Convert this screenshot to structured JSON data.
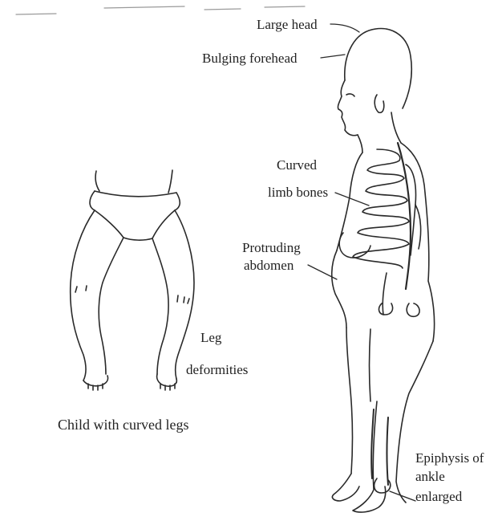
{
  "labels": {
    "large_head": "Large head",
    "bulging_forehead": "Bulging forehead",
    "curved_limb_bones_1": "Curved",
    "curved_limb_bones_2": "limb bones",
    "protruding_abdomen_1": "Protruding",
    "protruding_abdomen_2": "abdomen",
    "leg_deformities_1": "Leg",
    "leg_deformities_2": "deformities",
    "epiphysis_1": "Epiphysis of",
    "epiphysis_2": "ankle",
    "epiphysis_3": "enlarged"
  },
  "caption": "Child with curved legs",
  "colors": {
    "line": "#2a2a2a",
    "text": "#222222",
    "background": "#ffffff"
  }
}
